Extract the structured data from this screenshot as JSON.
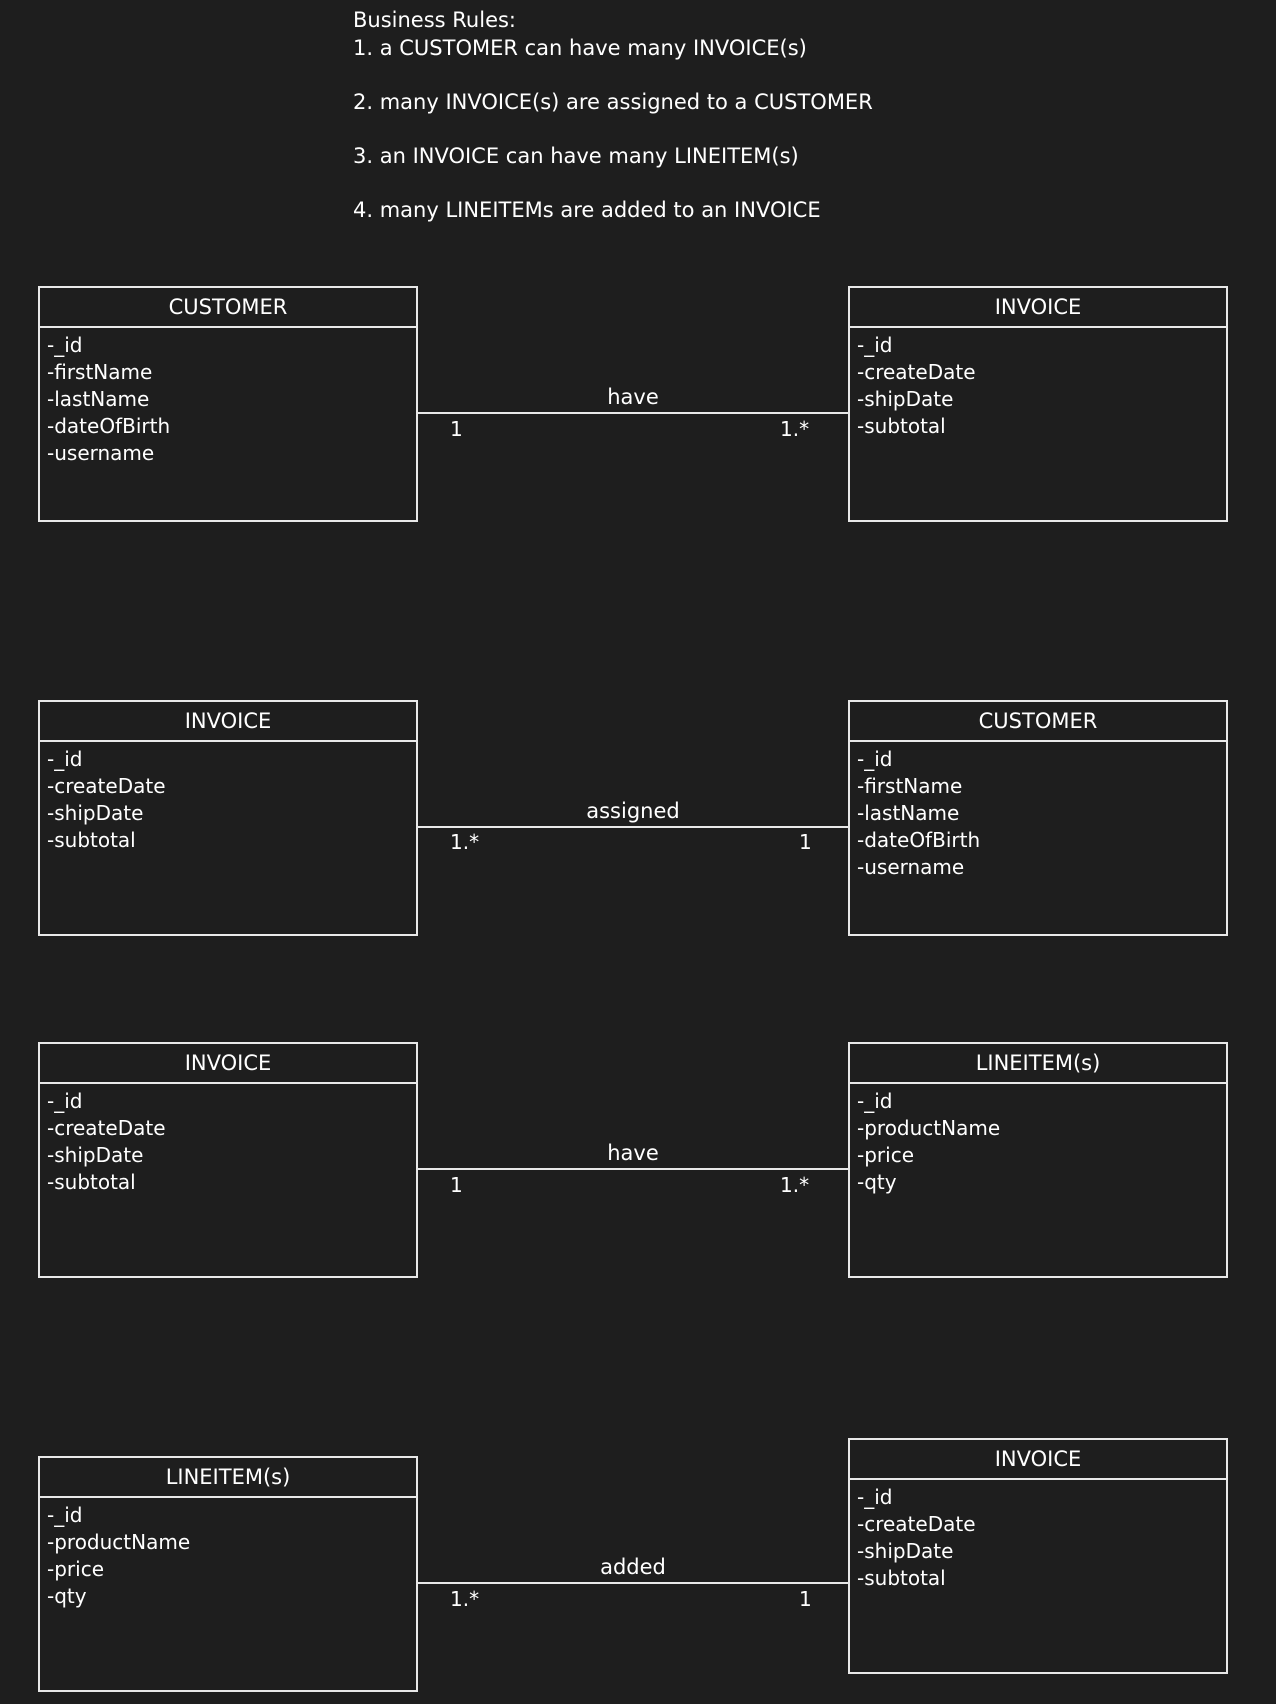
{
  "business_rules": {
    "title": "Business Rules:",
    "rules": [
      "1. a CUSTOMER can have many INVOICE(s)",
      "2. many INVOICE(s) are assigned to a CUSTOMER",
      "3. an INVOICE can have many LINEITEM(s)",
      "4. many LINEITEMs are added to an INVOICE"
    ]
  },
  "diagrams": [
    {
      "left": {
        "name": "CUSTOMER",
        "attributes": [
          "-_id",
          "-firstName",
          "-lastName",
          "-dateOfBirth",
          "-username"
        ]
      },
      "right": {
        "name": "INVOICE",
        "attributes": [
          "-_id",
          "-createDate",
          "-shipDate",
          "-subtotal"
        ]
      },
      "relationship": "have",
      "left_multiplicity": "1",
      "right_multiplicity": "1.*"
    },
    {
      "left": {
        "name": "INVOICE",
        "attributes": [
          "-_id",
          "-createDate",
          "-shipDate",
          "-subtotal"
        ]
      },
      "right": {
        "name": "CUSTOMER",
        "attributes": [
          "-_id",
          "-firstName",
          "-lastName",
          "-dateOfBirth",
          "-username"
        ]
      },
      "relationship": "assigned",
      "left_multiplicity": "1.*",
      "right_multiplicity": "1"
    },
    {
      "left": {
        "name": "INVOICE",
        "attributes": [
          "-_id",
          "-createDate",
          "-shipDate",
          "-subtotal"
        ]
      },
      "right": {
        "name": "LINEITEM(s)",
        "attributes": [
          "-_id",
          "-productName",
          "-price",
          "-qty"
        ]
      },
      "relationship": "have",
      "left_multiplicity": "1",
      "right_multiplicity": "1.*"
    },
    {
      "left": {
        "name": "LINEITEM(s)",
        "attributes": [
          "-_id",
          "-productName",
          "-price",
          "-qty"
        ]
      },
      "right": {
        "name": "INVOICE",
        "attributes": [
          "-_id",
          "-createDate",
          "-shipDate",
          "-subtotal"
        ]
      },
      "relationship": "added",
      "left_multiplicity": "1.*",
      "right_multiplicity": "1"
    }
  ]
}
